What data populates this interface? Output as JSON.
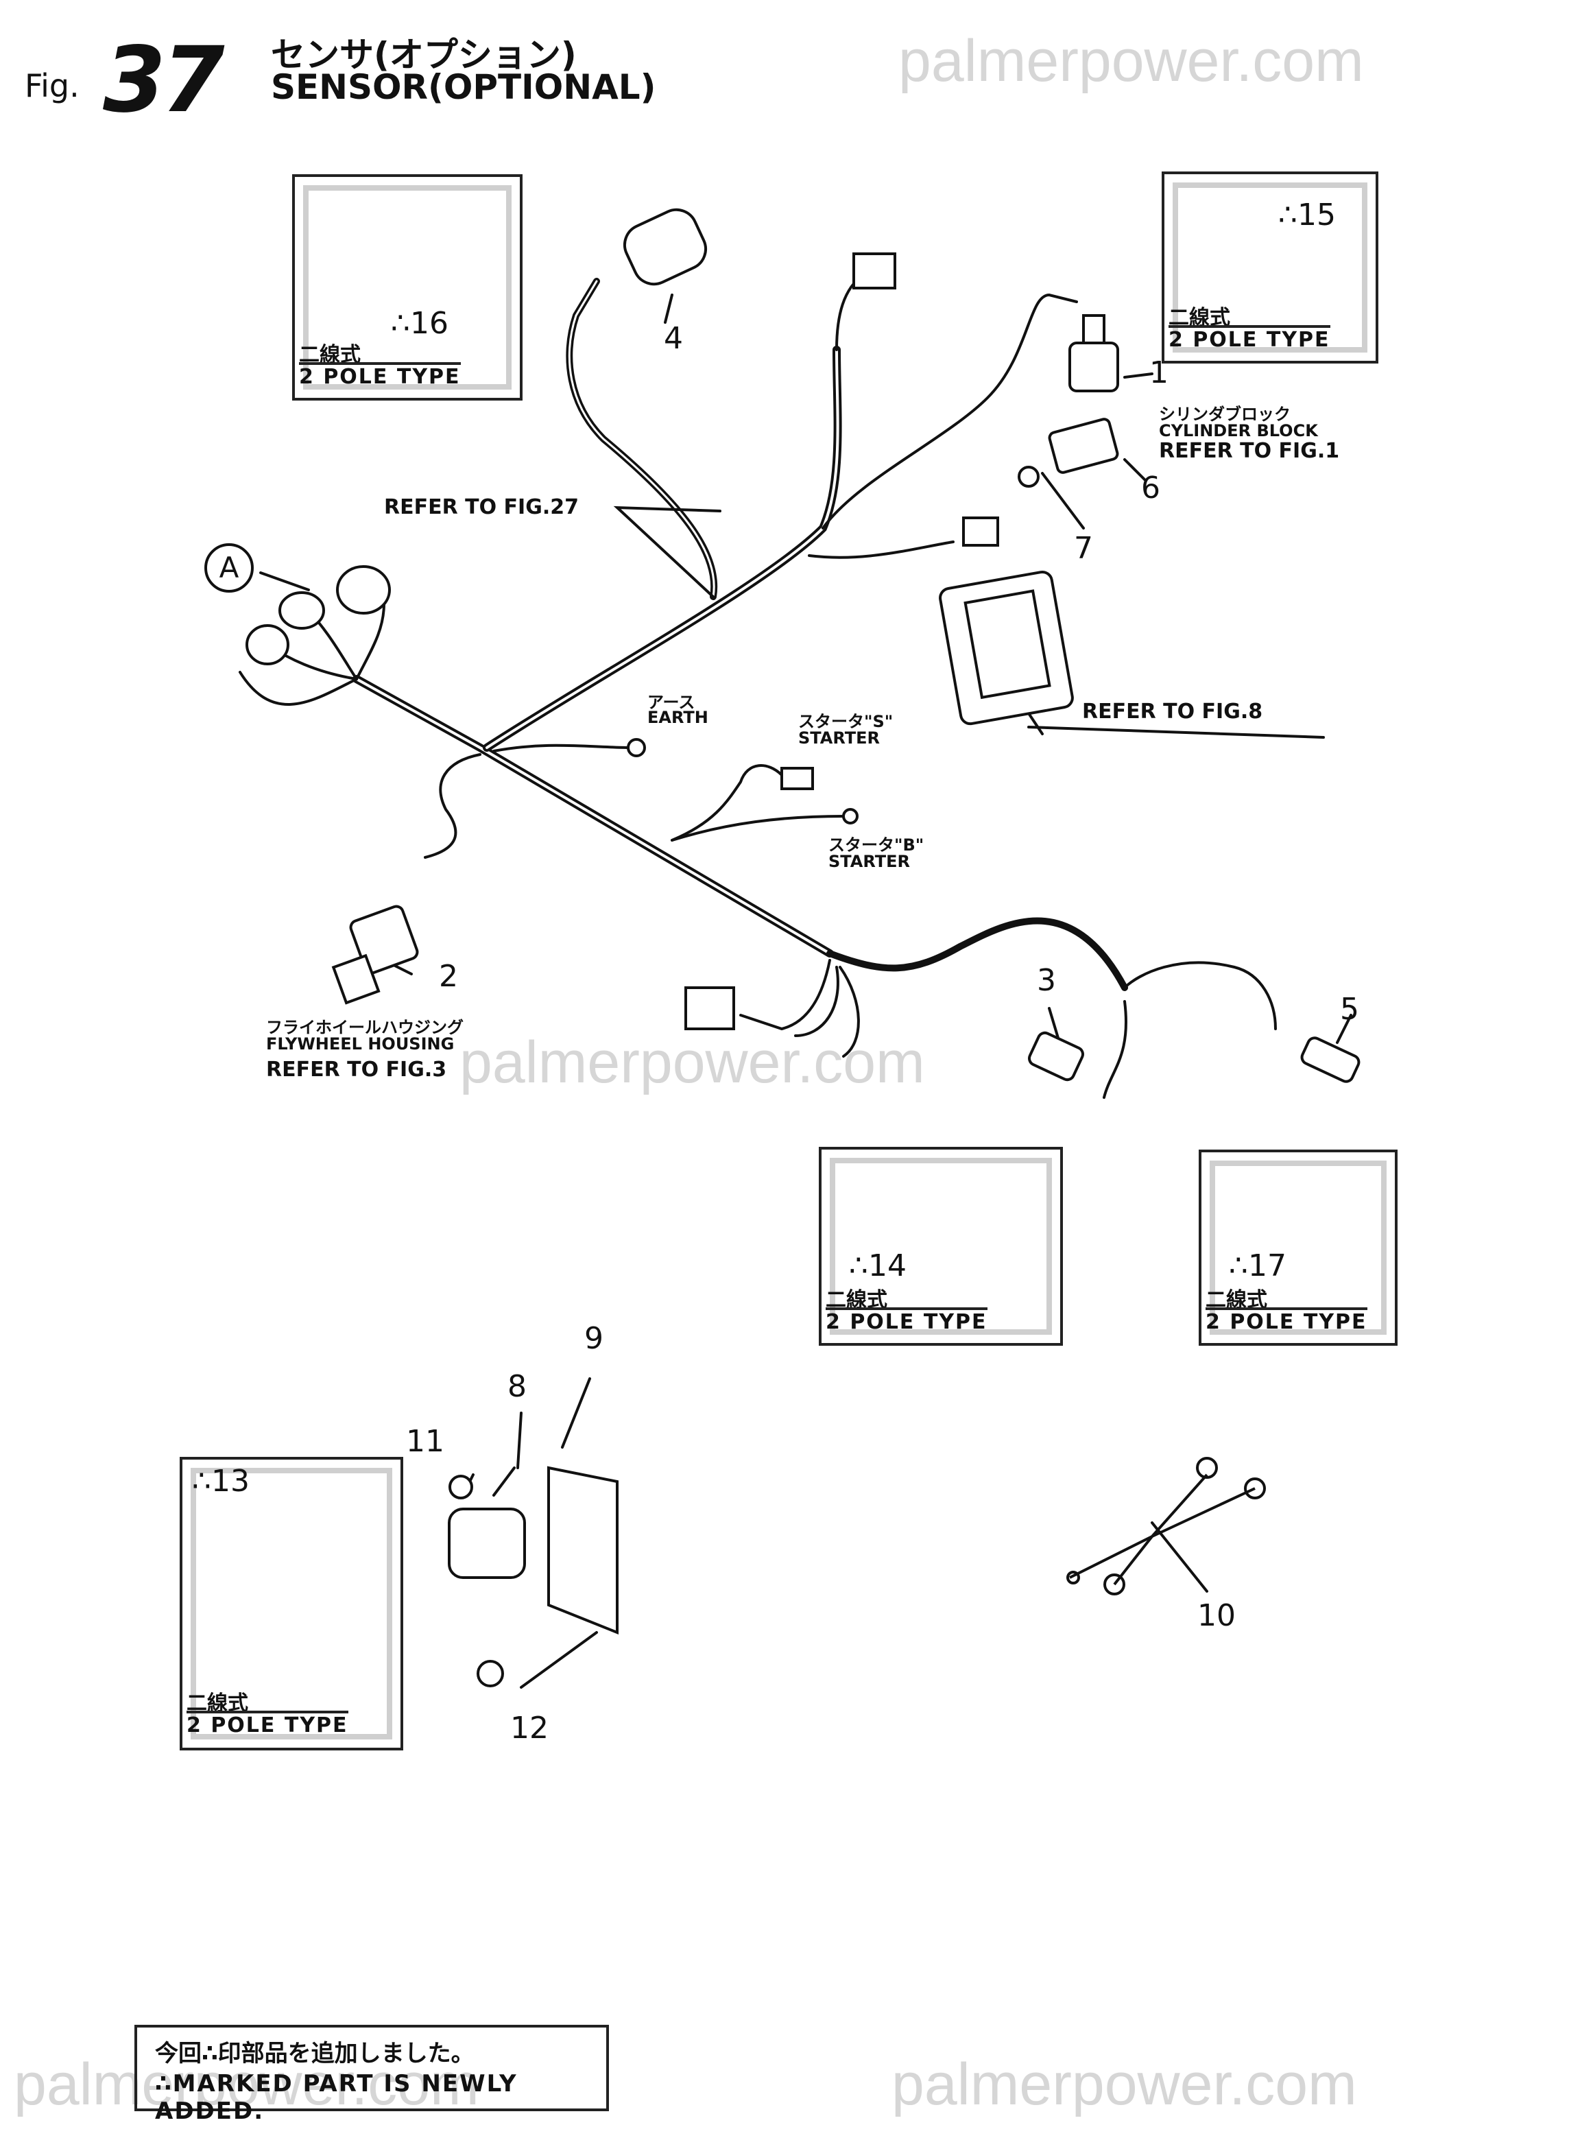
{
  "header": {
    "fig_prefix": "Fig.",
    "fig_number": "37",
    "title_jp": "センサ(オプション)",
    "title_en": "SENSOR(OPTIONAL)"
  },
  "watermark": "palmerpower.com",
  "references": {
    "fig27": "REFER TO FIG.27",
    "fig8": "REFER TO FIG.8",
    "fig1": "REFER TO FIG.1",
    "fig3": "REFER TO FIG.3"
  },
  "locations": {
    "cylinder_block_jp": "シリンダブロック",
    "cylinder_block_en": "CYLINDER BLOCK",
    "earth_jp": "アース",
    "earth_en": "EARTH",
    "starter_s_jp": "スタータ\"S\"",
    "starter_s_en": "STARTER",
    "starter_b_jp": "スタータ\"B\"",
    "starter_b_en": "STARTER",
    "flywheel_jp": "フライホイールハウジング",
    "flywheel_en": "FLYWHEEL HOUSING",
    "marker_a": "A"
  },
  "parts": {
    "p1": "1",
    "p2": "2",
    "p3": "3",
    "p4": "4",
    "p5": "5",
    "p6": "6",
    "p7": "7",
    "p8": "8",
    "p9": "9",
    "p10": "10",
    "p11": "11",
    "p12": "12"
  },
  "option_boxes": {
    "b16": {
      "mark": "∴16",
      "jp": "二線式",
      "en": "2 POLE TYPE"
    },
    "b15": {
      "mark": "∴15",
      "jp": "二線式",
      "en": "2 POLE TYPE"
    },
    "b14": {
      "mark": "∴14",
      "jp": "二線式",
      "en": "2 POLE TYPE"
    },
    "b17": {
      "mark": "∴17",
      "jp": "二線式",
      "en": "2 POLE TYPE"
    },
    "b13": {
      "mark": "∴13",
      "jp": "二線式",
      "en": "2 POLE TYPE"
    }
  },
  "footnote": {
    "jp": "今回∴印部品を追加しました。",
    "en": "∴MARKED PART IS NEWLY ADDED."
  }
}
